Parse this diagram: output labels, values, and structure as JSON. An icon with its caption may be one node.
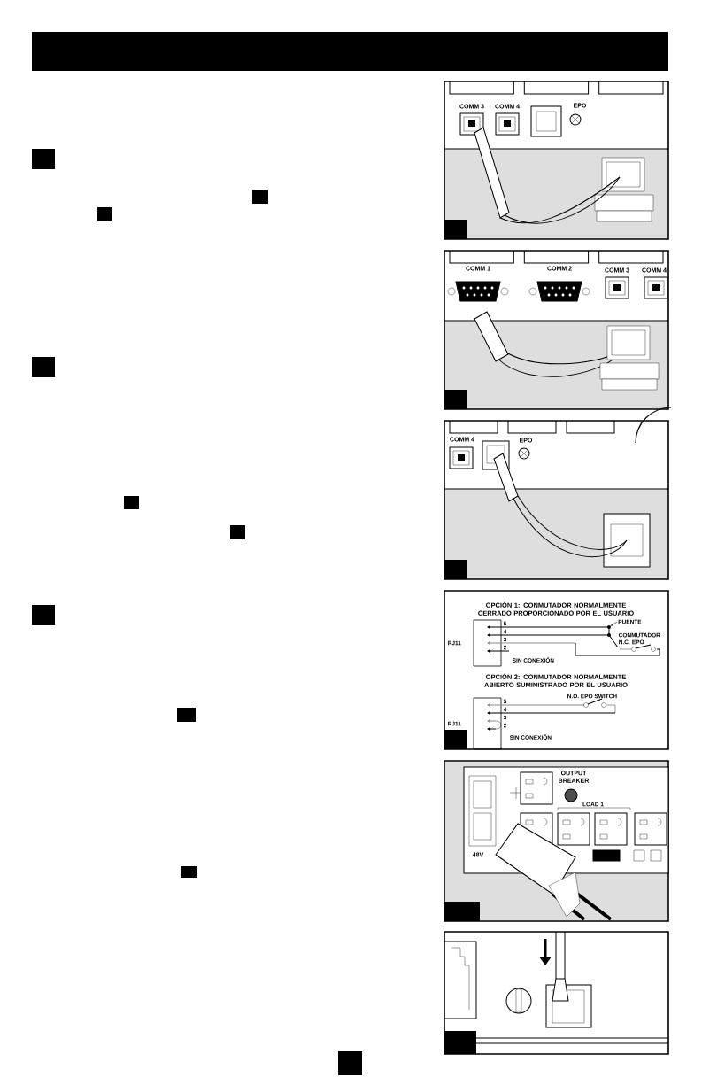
{
  "diagram": {
    "nodes": [
      {
        "text": [
          "PUENTE"
        ]
      },
      {
        "text": [],
        "shape": "circle"
      }
    ],
    "edges": [
      {
        "from": 0,
        "to": 1,
        "arrow": "to"
      }
    ],
    "labels": [
      "COMM 3",
      "COMM 4",
      "EPO",
      "COMM 1",
      "COMM 2",
      "COMM 3",
      "COMM 4",
      "COMM 4",
      "EPO",
      "OPCIÓN 1: CONMUTADOR NORMALMENTE CERRADO PROPORCIONADO POR EL USUARIO",
      "CONMUTADOR N.C. EPO",
      "RJ11",
      "5",
      "4",
      "3",
      "2",
      "SIN CONEXIÓN",
      "OPCIÓN 2: CONMUTADOR NORMALMENTE ABIERTO SUMINISTRADO POR EL USUARIO",
      "N.O. EPO SWITCH",
      "RJ11",
      "5",
      "4",
      "3",
      "2",
      "SIN CONEXIÓN",
      "OUTPUT BREAKER",
      "LOAD 1",
      "48V"
    ]
  }
}
